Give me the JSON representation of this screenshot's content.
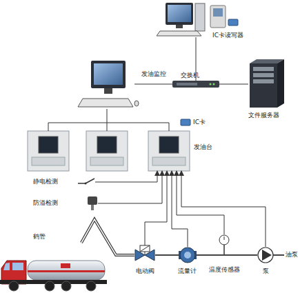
{
  "diagram": {
    "nodes": [
      {
        "text": [
          "IC卡读写器"
        ]
      },
      {
        "text": [
          "发油监控"
        ]
      },
      {
        "text": [
          "交换机"
        ]
      },
      {
        "text": [
          "文件服务器"
        ]
      },
      {
        "text": [
          "发油台"
        ]
      },
      {
        "text": [
          "静电检测"
        ]
      },
      {
        "text": [
          "防溢检测"
        ]
      },
      {
        "text": [
          "电动阀"
        ]
      },
      {
        "text": [
          "流量计"
        ]
      },
      {
        "text": [
          "温度传感器"
        ]
      },
      {
        "text": [
          "泵"
        ]
      }
    ],
    "edges": [
      {
        "from": 0,
        "to": 2,
        "arrow": "none"
      },
      {
        "from": 1,
        "to": 2,
        "arrow": "none"
      },
      {
        "from": 2,
        "to": 3,
        "arrow": "none"
      },
      {
        "from": 1,
        "to": 4,
        "arrow": "none"
      },
      {
        "from": 5,
        "to": 4,
        "arrow": "to"
      },
      {
        "from": 6,
        "to": 4,
        "arrow": "to"
      },
      {
        "from": 7,
        "to": 4,
        "arrow": "to"
      },
      {
        "from": 8,
        "to": 4,
        "arrow": "to"
      },
      {
        "from": 9,
        "to": 4,
        "arrow": "to"
      },
      {
        "from": 10,
        "to": 4,
        "arrow": "to"
      },
      {
        "from": 7,
        "to": 8,
        "arrow": "none"
      },
      {
        "from": 8,
        "to": 10,
        "arrow": "none"
      }
    ],
    "labels": [
      "IC卡",
      "鹤管",
      "油泵"
    ]
  }
}
